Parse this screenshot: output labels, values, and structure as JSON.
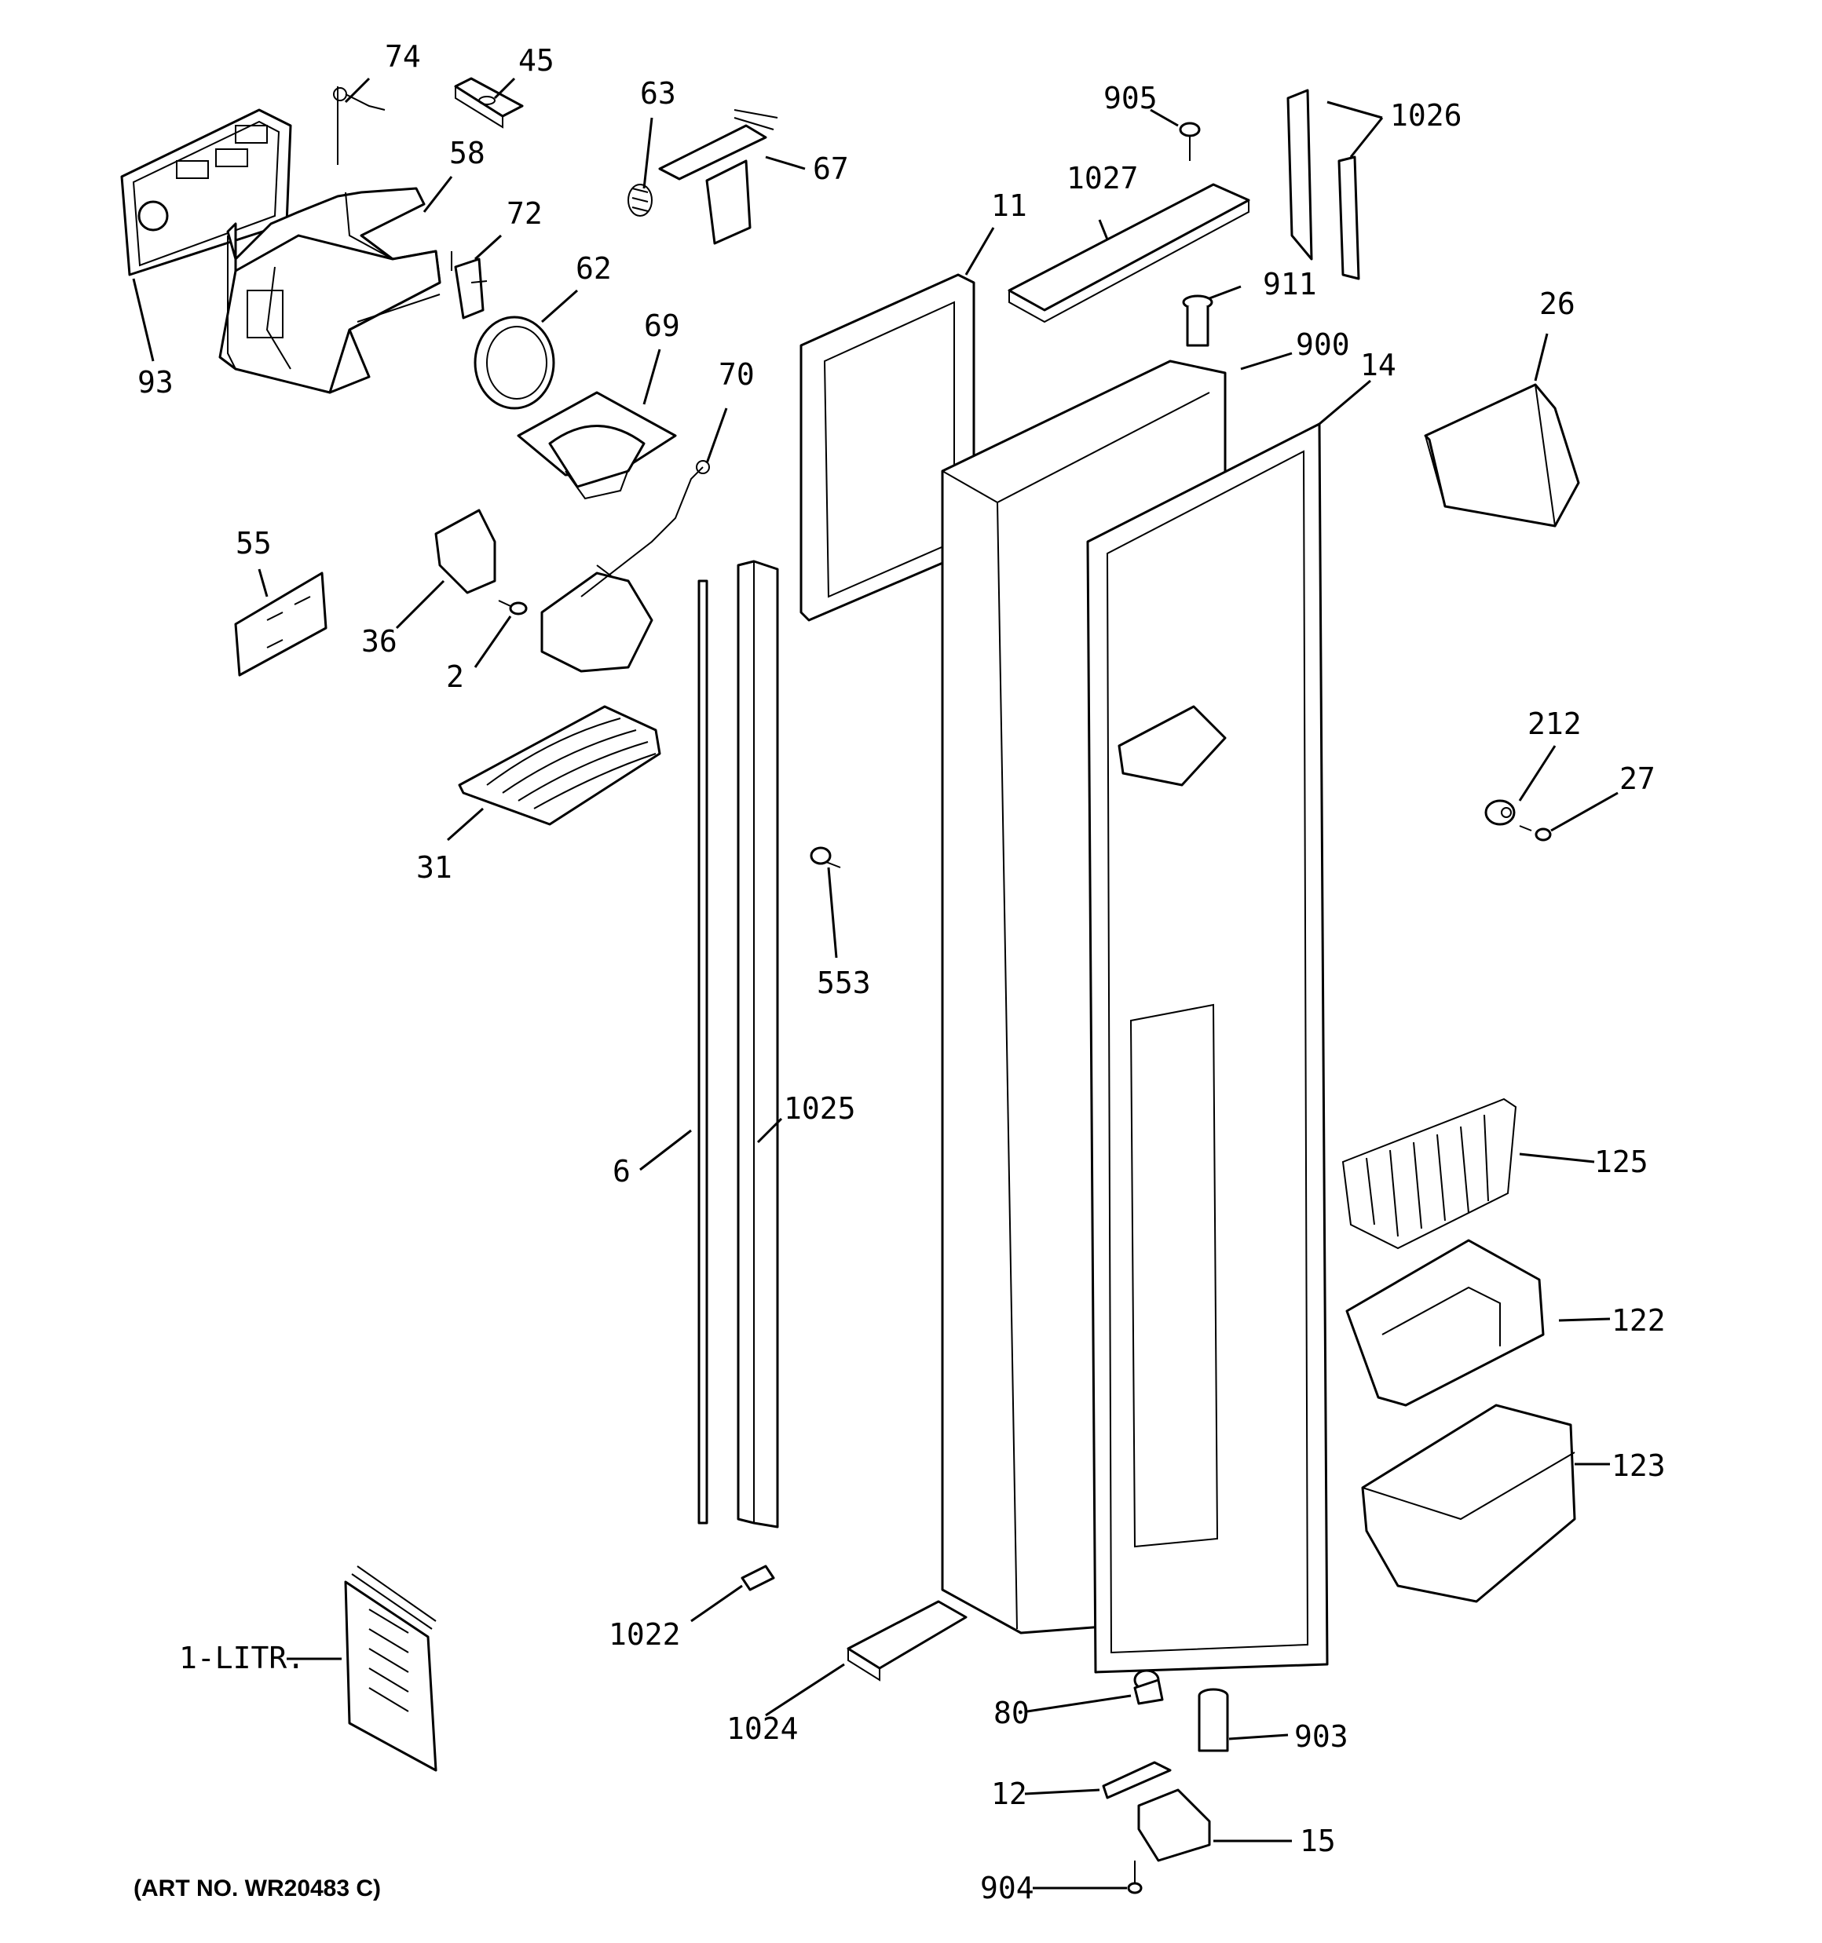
{
  "diagram": {
    "art_number": "(ART NO. WR20483 C)",
    "callouts": {
      "c74": "74",
      "c45": "45",
      "c63": "63",
      "c67": "67",
      "c905": "905",
      "c1026": "1026",
      "c58": "58",
      "c72": "72",
      "c62": "62",
      "c93": "93",
      "c69": "69",
      "c70": "70",
      "c11": "11",
      "c1027": "1027",
      "c911": "911",
      "c900": "900",
      "c14": "14",
      "c26": "26",
      "c55": "55",
      "c36": "36",
      "c2": "2",
      "c31": "31",
      "c553": "553",
      "c212": "212",
      "c27": "27",
      "c6": "6",
      "c1025": "1025",
      "c125": "125",
      "c122": "122",
      "c123": "123",
      "c1022": "1022",
      "c1litr": "1-LITR.",
      "c1024": "1024",
      "c80": "80",
      "c903": "903",
      "c12": "12",
      "c15": "15",
      "c904": "904"
    }
  }
}
